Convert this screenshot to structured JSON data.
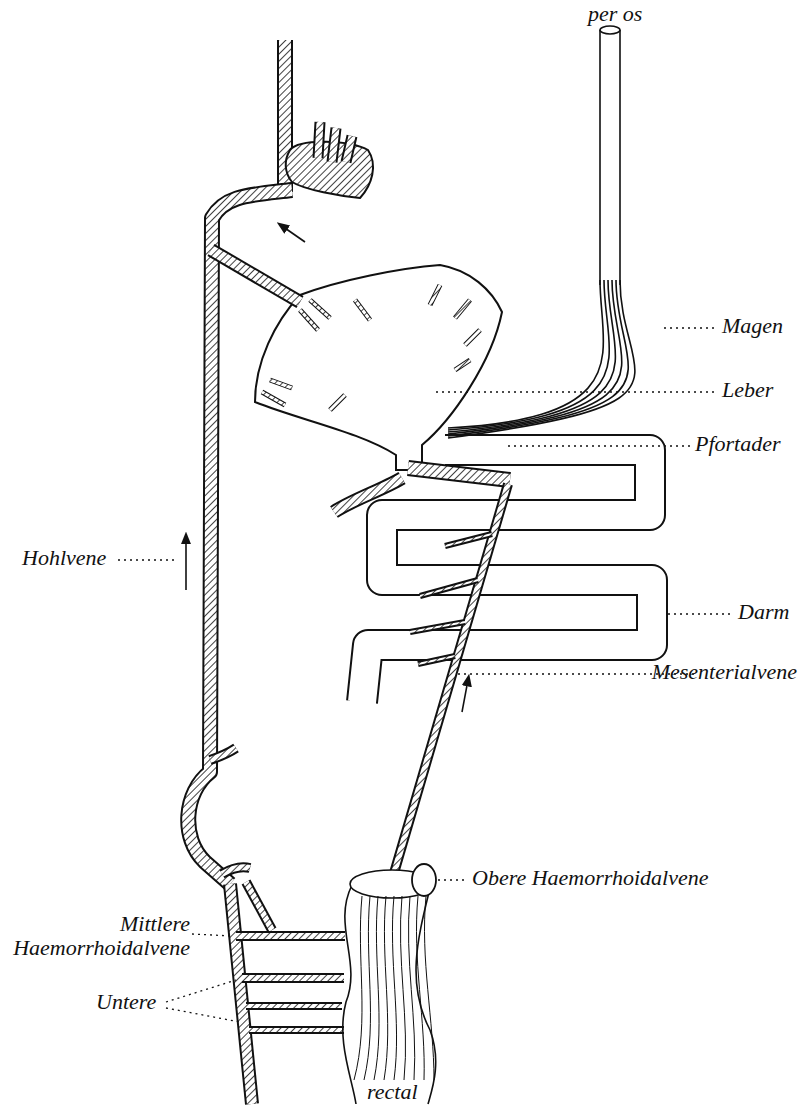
{
  "diagram": {
    "labels": [
      "per os",
      "Magen",
      "Leber",
      "Pfortader",
      "Hohlvene",
      "Darm",
      "Mesenterialvene",
      "Obere Haemorrhoidalvene",
      "Mittlere Haemorrhoidalvene",
      "Untere",
      "rectal"
    ]
  }
}
